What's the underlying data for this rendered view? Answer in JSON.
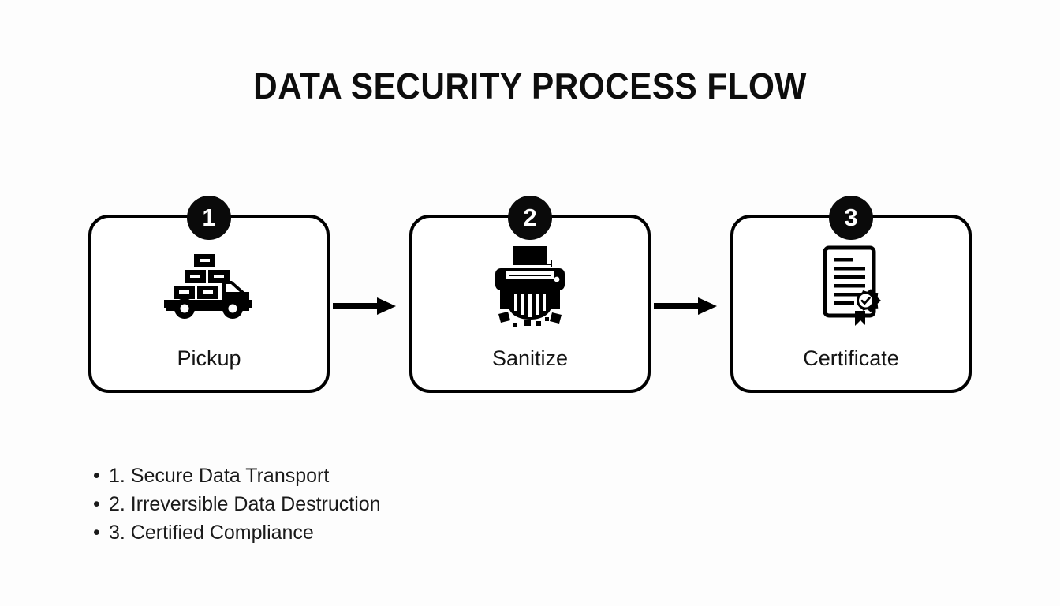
{
  "title": "DATA SECURITY PROCESS FLOW",
  "theme": {
    "background": "#fdfdfd",
    "ink": "#000000",
    "badge_background": "#0a0a0a",
    "badge_text": "#ffffff",
    "label_text": "#141414",
    "list_text": "#1a1a1a"
  },
  "flow": {
    "steps": [
      {
        "number": "1",
        "label": "Pickup",
        "icon": "truck-with-boxes-icon"
      },
      {
        "number": "2",
        "label": "Sanitize",
        "icon": "paper-shredder-icon"
      },
      {
        "number": "3",
        "label": "Certificate",
        "icon": "certificate-seal-icon"
      }
    ],
    "connectors": [
      {
        "icon": "arrow-right-icon"
      },
      {
        "icon": "arrow-right-icon"
      }
    ]
  },
  "notes": {
    "bullet": "•",
    "items": [
      "1. Secure Data Transport",
      "2. Irreversible Data Destruction",
      "3. Certified Compliance"
    ]
  }
}
